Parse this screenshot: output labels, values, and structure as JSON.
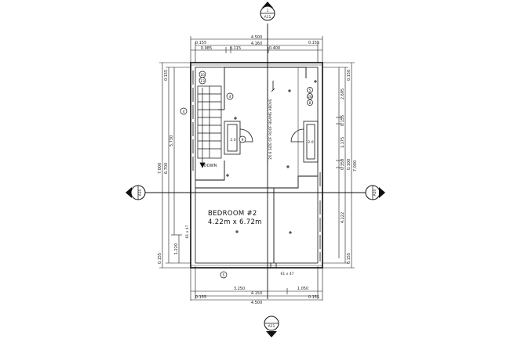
{
  "room": {
    "name": "BEDROOM #2",
    "size": "4.22m x 6.72m"
  },
  "stair_label": "DOWN",
  "ridge_note": "2X 6 SIZE OF ROOF BEAMS ABOVE",
  "section_markers": {
    "top": {
      "num": "1",
      "sheet": "A11"
    },
    "bottom": {
      "num": "",
      "sheet": "A11"
    },
    "left": {
      "sheet": "A10"
    },
    "right": {
      "sheet": "A10"
    }
  },
  "dims": {
    "top_outer": "4.500",
    "top_left": "0.155",
    "top_right": "0.155",
    "top_inner": "4.160",
    "top_a": "0.985",
    "top_b": "0.115",
    "top_c": "0.400",
    "bottom_outer": "4.500",
    "bottom_left": "0.155",
    "bottom_right": "0.155",
    "bottom_inner": "4.150",
    "bottom_a": "3.250",
    "bottom_b": "1.050",
    "left_total": "7.000",
    "left_a": "6.700",
    "left_b": "5.730",
    "left_top": "0.155",
    "left_bot": "0.155",
    "left_c": "1.220",
    "right_total": "7.000",
    "right_a": "2.695",
    "right_b": "0.155",
    "right_c": "1.175",
    "right_d": "0.100",
    "right_e": "0.350",
    "right_f": "4.222",
    "right_g": "0.155",
    "right_h": "0.150"
  },
  "tags": {
    "t1": "16",
    "t2": "13",
    "t3": "4",
    "t4": "4",
    "t5": "5",
    "t6": "28",
    "t7": "8",
    "t8": "9",
    "t9": "5"
  },
  "closet_left": "2.0",
  "closet_right": "2.0",
  "wall_note_left": "61 x 47",
  "wall_note_bottom": "61 x 47"
}
